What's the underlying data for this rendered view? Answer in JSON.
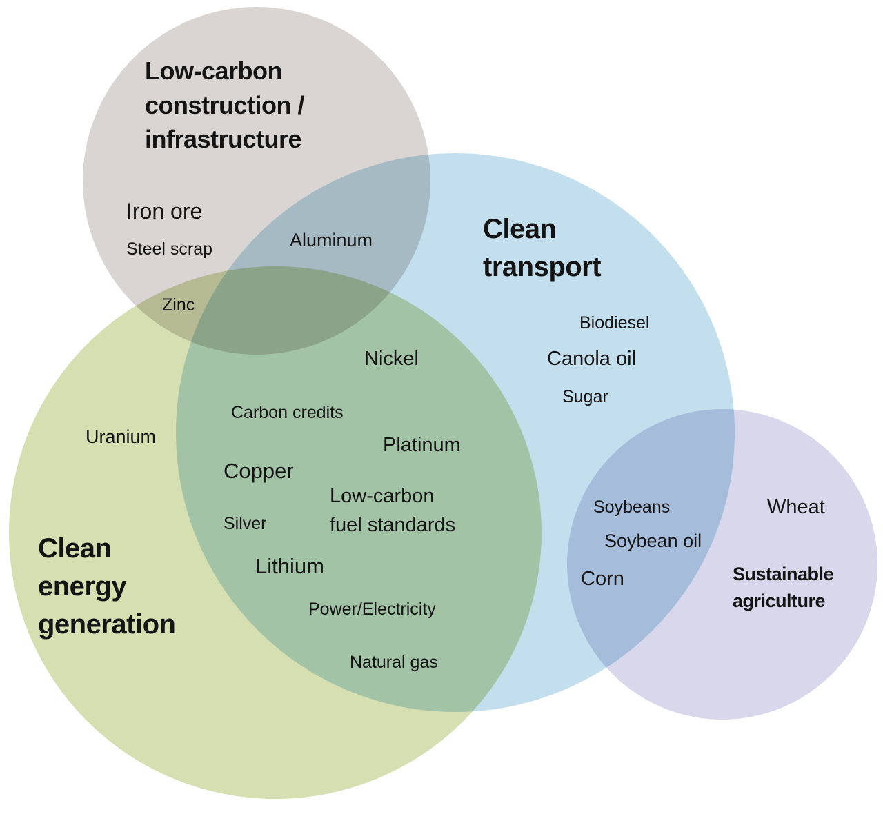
{
  "diagram": {
    "type": "venn",
    "background": "#ffffff",
    "text_color": "#141414",
    "sets": {
      "construction": {
        "title": "Low-carbon\nconstruction /\ninfrastructure",
        "color": "#d9d5d2"
      },
      "transport": {
        "title": "Clean\ntransport",
        "color": "#c3dfee"
      },
      "energy": {
        "title": "Clean\nenergy\ngeneration",
        "color": "#d5dfb2"
      },
      "agriculture": {
        "title": "Sustainable\nagriculture",
        "color": "#d8d7eb"
      }
    },
    "items": {
      "iron_ore": {
        "text": "Iron ore",
        "regions": [
          "construction"
        ]
      },
      "steel_scrap": {
        "text": "Steel scrap",
        "regions": [
          "construction"
        ]
      },
      "aluminum": {
        "text": "Aluminum",
        "regions": [
          "construction",
          "transport"
        ]
      },
      "zinc": {
        "text": "Zinc",
        "regions": [
          "construction",
          "energy"
        ]
      },
      "nickel": {
        "text": "Nickel",
        "regions": [
          "transport",
          "energy"
        ]
      },
      "carbon_credits": {
        "text": "Carbon credits",
        "regions": [
          "transport",
          "energy"
        ]
      },
      "platinum": {
        "text": "Platinum",
        "regions": [
          "transport",
          "energy"
        ]
      },
      "copper": {
        "text": "Copper",
        "regions": [
          "transport",
          "energy"
        ]
      },
      "low_carbon_fuel_standards": {
        "text": "Low-carbon\nfuel standards",
        "regions": [
          "transport",
          "energy"
        ]
      },
      "silver": {
        "text": "Silver",
        "regions": [
          "transport",
          "energy"
        ]
      },
      "lithium": {
        "text": "Lithium",
        "regions": [
          "transport",
          "energy"
        ]
      },
      "power_electricity": {
        "text": "Power/Electricity",
        "regions": [
          "transport",
          "energy"
        ]
      },
      "natural_gas": {
        "text": "Natural gas",
        "regions": [
          "transport",
          "energy"
        ]
      },
      "uranium": {
        "text": "Uranium",
        "regions": [
          "energy"
        ]
      },
      "biodiesel": {
        "text": "Biodiesel",
        "regions": [
          "transport"
        ]
      },
      "canola_oil": {
        "text": "Canola oil",
        "regions": [
          "transport"
        ]
      },
      "sugar": {
        "text": "Sugar",
        "regions": [
          "transport"
        ]
      },
      "soybeans": {
        "text": "Soybeans",
        "regions": [
          "transport",
          "agriculture"
        ]
      },
      "soybean_oil": {
        "text": "Soybean oil",
        "regions": [
          "transport",
          "agriculture"
        ]
      },
      "corn": {
        "text": "Corn",
        "regions": [
          "transport",
          "agriculture"
        ]
      },
      "wheat": {
        "text": "Wheat",
        "regions": [
          "agriculture"
        ]
      }
    }
  }
}
